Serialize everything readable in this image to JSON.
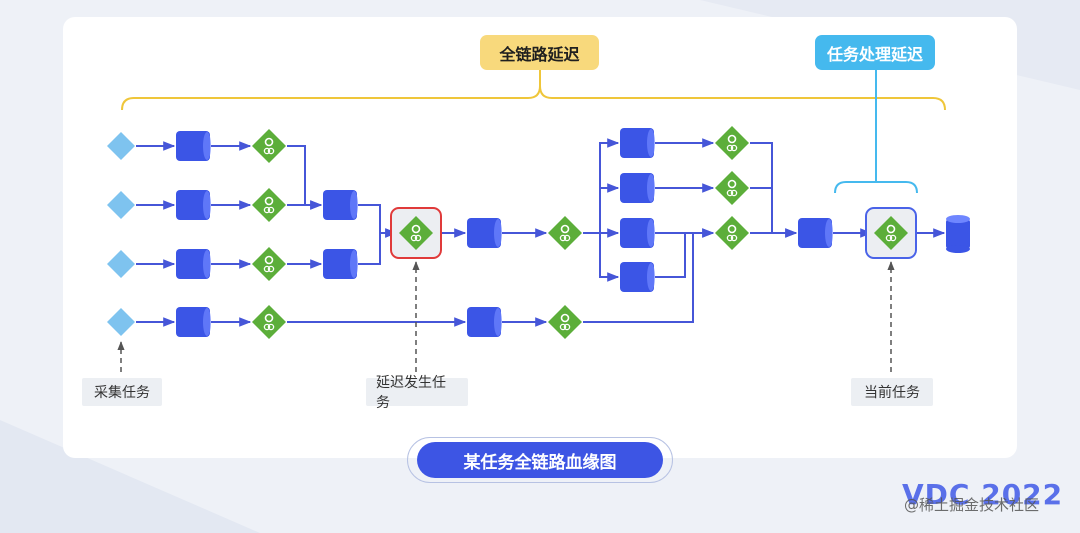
{
  "top_labels": {
    "full_chain": "全链路延迟",
    "task_processing": "任务处理延迟"
  },
  "bottom_labels": {
    "collect_task": "采集任务",
    "delay_origin_task": "延迟发生任务",
    "current_task": "当前任务"
  },
  "title": "某任务全链路血缘图",
  "brand": "VDC 2022",
  "watermark": "@稀土掘金技术社区",
  "colors": {
    "source_diamond": "#7ec3ef",
    "table_node": "#3b55e6",
    "task_node": "#5cae3a",
    "edge": "#4656d8",
    "highlight_red": "#e03a3a",
    "highlight_blue": "#4a63e8",
    "bracket_yellow": "#efc63a",
    "bracket_blue": "#45b9ee"
  }
}
